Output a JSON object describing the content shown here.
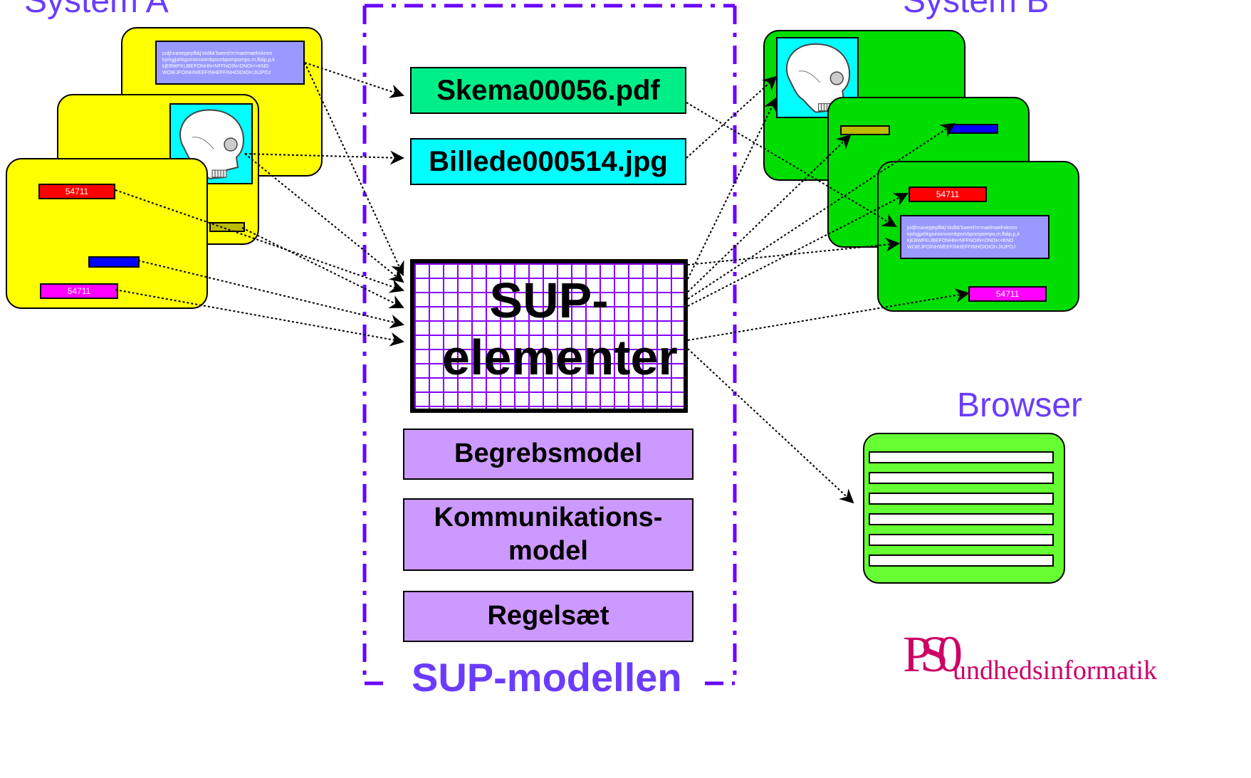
{
  "headings": {
    "system_a": "System A",
    "system_b": "System B",
    "browser": "Browser",
    "sup_modellen": "SUP-modellen"
  },
  "files": {
    "pdf": "Skema00056.pdf",
    "jpg": "Billede000514.jpg"
  },
  "sup_elementer": "SUP-elementer",
  "models": {
    "begrebsmodel": "Begrebsmodel",
    "kommunikationsmodel": "Kommunikations-model",
    "regelsaet": "Regelsæt"
  },
  "fields": {
    "red_value": "54711",
    "pink_value": "54711"
  },
  "textbox_content": "judjhnaoepjepfbkj'skdbk'baeml'm'maelmaelmknnn kjshgjjahkgoinionoombpombpompompo,m,fbåp,p,k kjEBWFKUBEFONHN<NFFNOIN<ONOI<<KND WOIEJFOINHWEEFINHEFFINHOIOIOI<JIIJPOJ",
  "logo": {
    "mark": "PS0",
    "text": "undhedsinformatik"
  },
  "colors": {
    "heading": "#6a3cff",
    "system_a_card": "#ffff00",
    "system_b_card": "#00dd00",
    "browser_card": "#66ff33",
    "grid_lines": "#8800ff",
    "pdf_file": "#00ee88",
    "jpg_file": "#00ffff",
    "model_box": "#cc99ff",
    "logo": "#cc0066"
  },
  "icons": {
    "image": "skull-icon",
    "browser": "browser-window-icon"
  }
}
